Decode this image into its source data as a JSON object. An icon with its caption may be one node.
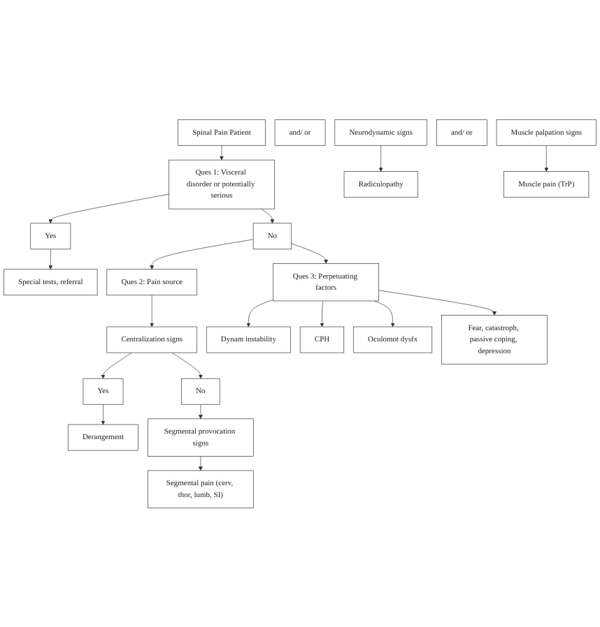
{
  "diagram": {
    "nodes": [
      {
        "text": [
          "Spinal Pain Patient"
        ]
      },
      {
        "text": [
          "Ques 1: Visceral disorder or potentially serious"
        ]
      },
      {
        "text": [
          "No"
        ]
      },
      {
        "text": [
          "Yes"
        ]
      },
      {
        "text": [
          "Special tests, referral"
        ]
      },
      {
        "text": [
          "Ques 2: Pain source"
        ]
      },
      {
        "text": [
          "Ques 3: Perpetuating factors"
        ]
      },
      {
        "text": [
          "Centralization signs"
        ]
      },
      {
        "text": [
          "Dynam instability"
        ]
      },
      {
        "text": [
          "Derangement"
        ]
      },
      {
        "text": [
          "Yes"
        ]
      },
      {
        "text": [
          "No"
        ]
      },
      {
        "text": [
          "CPH"
        ]
      },
      {
        "text": [
          "Segmental provocation signs"
        ]
      },
      {
        "text": [
          "Segmental pain (cerv, thor, lumb, SI)"
        ]
      },
      {
        "text": [
          "Oculomot dysfx"
        ]
      },
      {
        "text": [
          "and/ or"
        ]
      },
      {
        "text": [
          "Fear, catastroph, passive coping, depression"
        ]
      },
      {
        "text": [
          "Radiculopathy"
        ]
      },
      {
        "text": [
          "Neurodynamic signs"
        ]
      },
      {
        "text": [
          "and/ or"
        ]
      },
      {
        "text": [
          "Muscle pain (TrP)"
        ]
      },
      {
        "text": [
          "Muscle palpation signs"
        ]
      }
    ],
    "edges": [
      {
        "from": 0,
        "to": 1,
        "arrow": "to"
      },
      {
        "from": 1,
        "to": 2,
        "arrow": "to"
      },
      {
        "from": 1,
        "to": 3,
        "arrow": "to"
      },
      {
        "from": 3,
        "to": 4,
        "arrow": "to"
      },
      {
        "from": 2,
        "to": 5,
        "arrow": "to"
      },
      {
        "from": 2,
        "to": 6,
        "arrow": "to"
      },
      {
        "from": 5,
        "to": 7,
        "arrow": "to"
      },
      {
        "from": 6,
        "to": 8,
        "arrow": "to"
      },
      {
        "from": 6,
        "to": 12,
        "arrow": "to"
      },
      {
        "from": 6,
        "to": 15,
        "arrow": "to"
      },
      {
        "from": 6,
        "to": 17,
        "arrow": "to"
      },
      {
        "from": 7,
        "to": 10,
        "arrow": "to"
      },
      {
        "from": 7,
        "to": 11,
        "arrow": "to"
      },
      {
        "from": 10,
        "to": 9,
        "arrow": "to"
      },
      {
        "from": 11,
        "to": 13,
        "arrow": "to"
      },
      {
        "from": 13,
        "to": 14,
        "arrow": "to"
      },
      {
        "from": 19,
        "to": 18,
        "arrow": "to"
      },
      {
        "from": 22,
        "to": 21,
        "arrow": "to"
      }
    ]
  }
}
